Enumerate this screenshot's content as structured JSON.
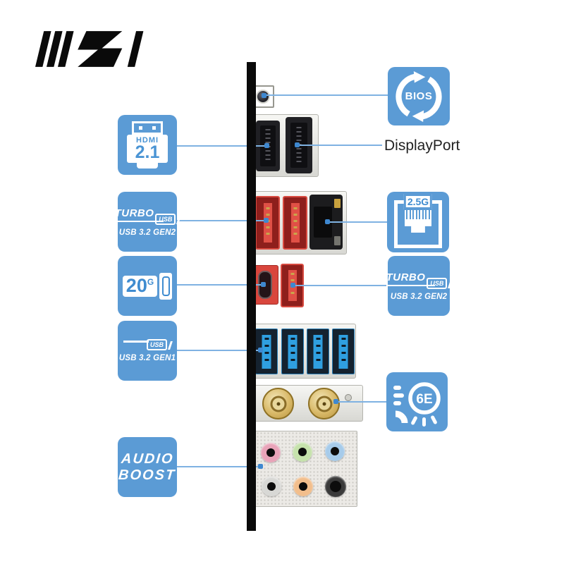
{
  "brand": {
    "logo_text": "MSI"
  },
  "colors": {
    "accent_blue": "#5B9BD5",
    "icon_text_blue": "#3f8cd0",
    "callout_line": "#7FB2E2",
    "callout_dot": "#3E88D0",
    "io_shield_bar": "#0a0a0a",
    "usb_red_port": "#e05046",
    "usb_blue_port": "#2f9fe0",
    "antenna_gold": "#d9b968",
    "audio_jack_colors": {
      "pink": "#e8a3b8",
      "green": "#c6e2ac",
      "blue": "#a6cbea",
      "silver": "#d8d8d5",
      "orange": "#f2be8c",
      "black": "#3a3a3a"
    }
  },
  "icons": {
    "hdmi": "hdmi-connector-icon",
    "turbo_usb": "turbo-usb-logo",
    "usb_20g": "usb-20g-drive-icon",
    "bios": "refresh-arrows-icon",
    "lan": "rj45-jack-icon",
    "wifi": "wifi-signal-icon"
  },
  "callouts": {
    "hdmi": {
      "brand": "HDMI",
      "version": "2.1"
    },
    "turbo_usb_left": {
      "turbo": "TURBO",
      "badge": "USB",
      "label": "USB 3.2 GEN2"
    },
    "usb_20g": {
      "value": "20",
      "unit": "G"
    },
    "usb_gen1": {
      "badge": "USB",
      "label": "USB 3.2 GEN1"
    },
    "audio_boost": {
      "line1": "AUDIO",
      "line2": "BOOST"
    },
    "bios": {
      "label": "BIOS"
    },
    "displayport": {
      "label": "DisplayPort"
    },
    "lan": {
      "label": "2.5G"
    },
    "turbo_usb_right": {
      "turbo": "TURBO",
      "badge": "USB",
      "label": "USB 3.2 GEN2"
    },
    "wifi": {
      "label": "6E"
    }
  }
}
